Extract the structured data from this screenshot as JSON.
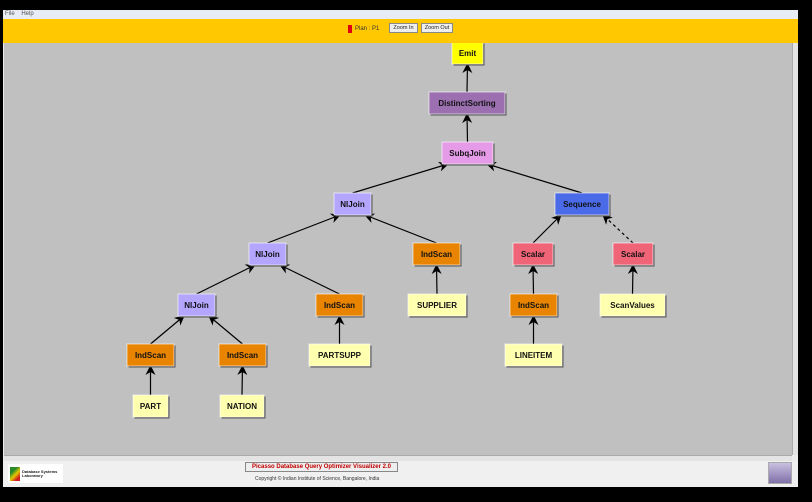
{
  "menu": [
    "File",
    "Help"
  ],
  "toolbar": {
    "plan_label": "Plan : P1",
    "zoom_in": "Zoom In",
    "zoom_out": "Zoom Out",
    "plan_color": "#e00010"
  },
  "footer": {
    "title": "Picasso Database Query Optimizer Visualizer 2.0",
    "copyright": "Copyright © Indian Institute of Science, Bangalore, India",
    "logo_text": "Database Systems Laboratory"
  },
  "type_colors": {
    "Emit": "#ffff00",
    "DistinctSorting": "#9b6fb0",
    "SubqJoin": "#e59be8",
    "NlJoin": "#b4a6ff",
    "IndScan": "#e88400",
    "Sequence": "#4a6ae8",
    "Scalar": "#f06478",
    "Relation": "#ffffb0"
  },
  "nodes": [
    {
      "id": "emit",
      "label": "Emit",
      "type": "Emit"
    },
    {
      "id": "ds",
      "label": "DistinctSorting",
      "type": "DistinctSorting"
    },
    {
      "id": "sj",
      "label": "SubqJoin",
      "type": "SubqJoin"
    },
    {
      "id": "nj1",
      "label": "NlJoin",
      "type": "NlJoin"
    },
    {
      "id": "seq",
      "label": "Sequence",
      "type": "Sequence"
    },
    {
      "id": "nj2",
      "label": "NlJoin",
      "type": "NlJoin"
    },
    {
      "id": "is_sup",
      "label": "IndScan",
      "type": "IndScan"
    },
    {
      "id": "sc1",
      "label": "Scalar",
      "type": "Scalar"
    },
    {
      "id": "sc2",
      "label": "Scalar",
      "type": "Scalar"
    },
    {
      "id": "nj3",
      "label": "NlJoin",
      "type": "NlJoin"
    },
    {
      "id": "is_ps",
      "label": "IndScan",
      "type": "IndScan"
    },
    {
      "id": "supplier",
      "label": "SUPPLIER",
      "type": "Relation"
    },
    {
      "id": "is_li",
      "label": "IndScan",
      "type": "IndScan"
    },
    {
      "id": "sv",
      "label": "ScanValues",
      "type": "Relation"
    },
    {
      "id": "is_part",
      "label": "IndScan",
      "type": "IndScan"
    },
    {
      "id": "is_nat",
      "label": "IndScan",
      "type": "IndScan"
    },
    {
      "id": "partsupp",
      "label": "PARTSUPP",
      "type": "Relation"
    },
    {
      "id": "lineitem",
      "label": "LINEITEM",
      "type": "Relation"
    },
    {
      "id": "part",
      "label": "PART",
      "type": "Relation"
    },
    {
      "id": "nation",
      "label": "NATION",
      "type": "Relation"
    }
  ],
  "edges": [
    {
      "from": "ds",
      "to": "emit"
    },
    {
      "from": "sj",
      "to": "ds"
    },
    {
      "from": "nj1",
      "to": "sj"
    },
    {
      "from": "seq",
      "to": "sj"
    },
    {
      "from": "nj2",
      "to": "nj1"
    },
    {
      "from": "is_sup",
      "to": "nj1"
    },
    {
      "from": "sc1",
      "to": "seq"
    },
    {
      "from": "sc2",
      "to": "seq",
      "dashed": true
    },
    {
      "from": "nj3",
      "to": "nj2"
    },
    {
      "from": "is_ps",
      "to": "nj2"
    },
    {
      "from": "supplier",
      "to": "is_sup"
    },
    {
      "from": "is_li",
      "to": "sc1"
    },
    {
      "from": "sv",
      "to": "sc2"
    },
    {
      "from": "is_part",
      "to": "nj3"
    },
    {
      "from": "is_nat",
      "to": "nj3"
    },
    {
      "from": "partsupp",
      "to": "is_ps"
    },
    {
      "from": "lineitem",
      "to": "is_li"
    },
    {
      "from": "part",
      "to": "is_part"
    },
    {
      "from": "nation",
      "to": "is_nat"
    }
  ]
}
